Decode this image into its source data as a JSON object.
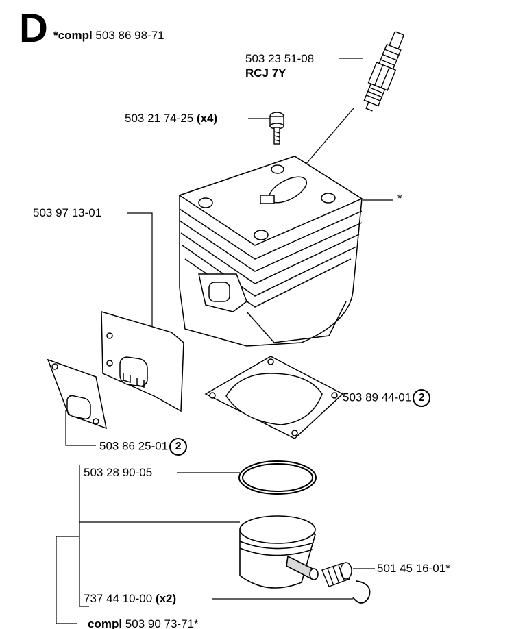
{
  "header": {
    "letter": "D",
    "compl_prefix": "*compl",
    "compl_number": "503 86 98-71"
  },
  "parts": {
    "spark_plug": {
      "number": "503 23 51-08",
      "type": "RCJ 7Y"
    },
    "screw": {
      "number": "503 21 74-25",
      "qty_text": "(x4)"
    },
    "cylinder": {
      "mark": "*"
    },
    "plate": {
      "number": "503 97 13-01"
    },
    "base_gasket": {
      "number": "503 89 44-01",
      "qty": "2"
    },
    "muffler_gasket": {
      "number": "503 86 25-01",
      "qty": "2"
    },
    "piston_ring": {
      "number": "503 28 90-05"
    },
    "needle_bearing": {
      "number": "501 45 16-01*"
    },
    "circlip": {
      "number": "737 44 10-00",
      "qty_text": "(x2)"
    },
    "piston_kit": {
      "prefix": "compl",
      "number": "503 90 73-71*"
    }
  },
  "colors": {
    "line": "#000000",
    "background": "#ffffff",
    "shade": "#d9d9d9"
  }
}
